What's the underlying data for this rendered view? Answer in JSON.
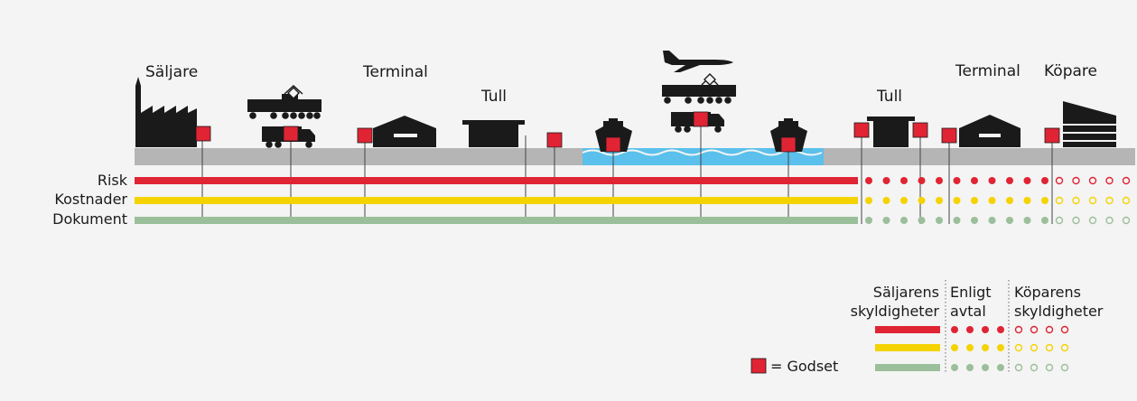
{
  "stations": {
    "seller": "Säljare",
    "terminal_origin": "Terminal",
    "customs_export": "Tull",
    "customs_import": "Tull",
    "terminal_destination": "Terminal",
    "buyer": "Köpare"
  },
  "rows": {
    "risk": "Risk",
    "cost": "Kostnader",
    "document": "Dokument"
  },
  "legend": {
    "seller_duties": "Säljarens skyldigheter",
    "agreement": "Enligt avtal",
    "buyer_duties": "Köparens skyldigheter",
    "goods_symbol": "= Godset"
  },
  "colors": {
    "risk": "#e02434",
    "cost": "#f5d300",
    "document": "#9bbf9a",
    "goods": "#e02434",
    "water": "#5bc0eb",
    "ground": "#b5b5b5",
    "icon": "#1a1a1a"
  },
  "icons": [
    "factory-icon",
    "freight-train-icon",
    "truck-icon",
    "warehouse-icon",
    "customs-building-icon",
    "ship-icon",
    "airplane-icon",
    "buyer-building-icon"
  ]
}
